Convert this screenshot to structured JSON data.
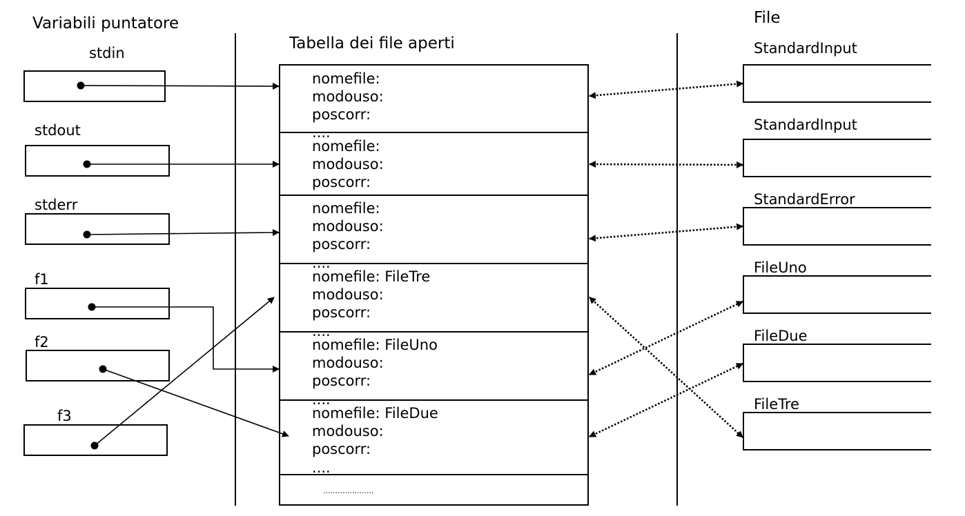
{
  "headers": {
    "pointer_vars": "Variabili puntatore",
    "open_files_table": "Tabella dei file aperti",
    "files": "File"
  },
  "pointers": [
    {
      "label": "stdin"
    },
    {
      "label": "stdout"
    },
    {
      "label": "stderr"
    },
    {
      "label": "f1"
    },
    {
      "label": "f2"
    },
    {
      "label": "f3"
    }
  ],
  "table_rows": [
    {
      "nomefile": "nomefile:",
      "modouso": "modouso:",
      "poscorr": "poscorr:",
      "dots": "...."
    },
    {
      "nomefile": "nomefile:",
      "modouso": "modouso:",
      "poscorr": "poscorr:",
      "dots": ""
    },
    {
      "nomefile": "nomefile:",
      "modouso": "modouso:",
      "poscorr": "poscorr:",
      "dots": "...."
    },
    {
      "nomefile": "nomefile: FileTre",
      "modouso": "modouso:",
      "poscorr": "poscorr:",
      "dots": "...."
    },
    {
      "nomefile": "nomefile: FileUno",
      "modouso": "modouso:",
      "poscorr": "poscorr:",
      "dots": "...."
    },
    {
      "nomefile": "nomefile: FileDue",
      "modouso": "modouso:",
      "poscorr": "poscorr:",
      "dots": "...."
    }
  ],
  "table_last_row_dots": ".....................",
  "files": [
    {
      "label": "StandardInput"
    },
    {
      "label": "StandardInput"
    },
    {
      "label": "StandardError"
    },
    {
      "label": "FileUno"
    },
    {
      "label": "FileDue"
    },
    {
      "label": "FileTre"
    }
  ]
}
